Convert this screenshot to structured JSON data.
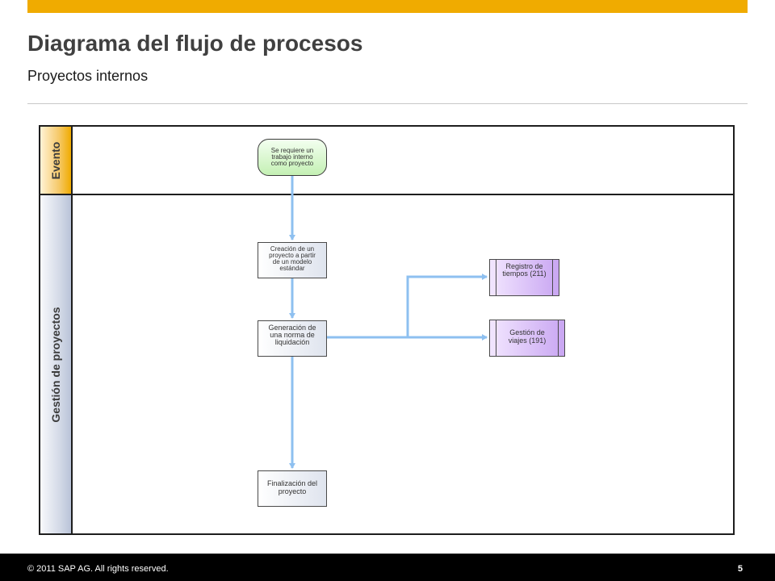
{
  "header": {
    "title": "Diagrama del flujo de procesos",
    "subtitle": "Proyectos internos",
    "accent_color": "#f0ab00"
  },
  "lanes": {
    "evento": "Evento",
    "gestion": "Gestión de proyectos"
  },
  "nodes": {
    "start_event": "Se requiere un trabajo interno como proyecto",
    "crear_proyecto": "Creación de un proyecto a partir de un modelo estándar",
    "generacion_norma": "Generación de una norma de liquidación",
    "finalizacion": "Finalización del proyecto",
    "registro_tiempos": "Registro de tiempos (211)",
    "gestion_viajes": "Gestión de viajes (191)"
  },
  "footer": {
    "copyright": "© 2011 SAP AG. All rights reserved.",
    "page": "5"
  },
  "colors": {
    "connector": "#8ec0f0",
    "event_fill": "#c4f0b4",
    "subprocess_fill": "#c9a6f2",
    "task_fill": "#dfe4ee"
  }
}
